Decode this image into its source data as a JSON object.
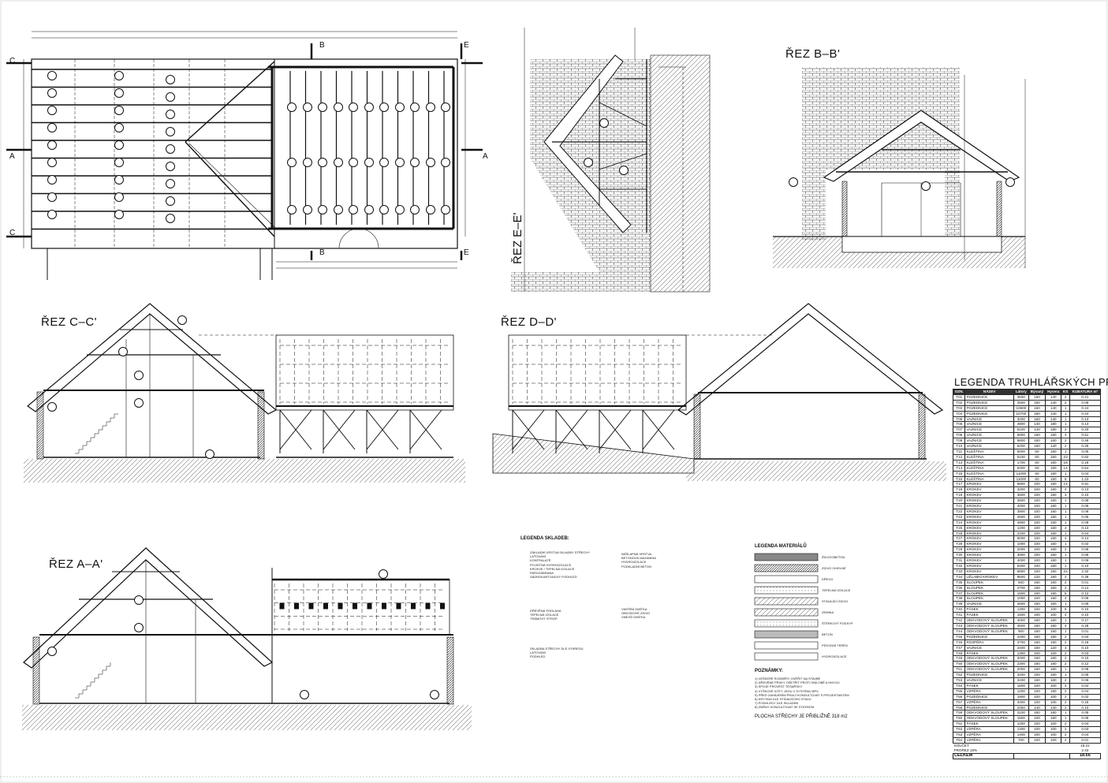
{
  "sections": {
    "bb": "ŘEZ B–B'",
    "cc": "ŘEZ C–C'",
    "dd": "ŘEZ D–D'",
    "aa": "ŘEZ A–A'",
    "ee": "ŘEZ E–E'"
  },
  "plan_marks": {
    "a_left": "A",
    "a_right": "A",
    "b_top": "B",
    "b_bottom": "B",
    "c_left": "C",
    "c_right": "C",
    "e_top": "E",
    "e_bottom": "E"
  },
  "legend_truhlar": {
    "title": "LEGENDA TRUHLÁŘSKÝCH PRVKŮ",
    "headers": [
      "OZN.",
      "NÁZEV",
      "Látory",
      "Bývaný",
      "Hyvera",
      "KS",
      "KUBATURA m³"
    ],
    "rows": [
      [
        "T01",
        "POZEDNICE",
        "3500",
        "160",
        "140",
        "2",
        "0.21"
      ],
      [
        "T02",
        "POZEDNICE",
        "2500",
        "160",
        "140",
        "2",
        "0.06"
      ],
      [
        "T03",
        "POZEDNICE",
        "10500",
        "160",
        "140",
        "1",
        "0.24"
      ],
      [
        "T04",
        "POZEDNICE",
        "10700",
        "160",
        "140",
        "1",
        "0.24"
      ],
      [
        "T05",
        "VAZNICE",
        "3200",
        "160",
        "140",
        "1",
        "0.13"
      ],
      [
        "T06",
        "VAZNICE",
        "4800",
        "140",
        "180",
        "1",
        "0.13"
      ],
      [
        "T07",
        "VAZNICE",
        "5100",
        "140",
        "180",
        "2",
        "0.20"
      ],
      [
        "T08",
        "VAZNICE",
        "5800",
        "160",
        "160",
        "3",
        "0.51"
      ],
      [
        "T09",
        "VAZNICE",
        "5800",
        "160",
        "160",
        "2",
        "0.46"
      ],
      [
        "T10",
        "VAZNICE",
        "5200",
        "160",
        "140",
        "2",
        "0.25"
      ],
      [
        "T11",
        "KLEŠTINA",
        "5000",
        "60",
        "160",
        "1",
        "0.05"
      ],
      [
        "T12",
        "KLEŠTINA",
        "5100",
        "60",
        "160",
        "23",
        "0.82"
      ],
      [
        "T13",
        "KLEŠTINA",
        "1700",
        "60",
        "160",
        "18",
        "0.18"
      ],
      [
        "T14",
        "KLEŠTINA",
        "5200",
        "60",
        "160",
        "14",
        "0.64"
      ],
      [
        "T15",
        "KLEŠTINA",
        "11000",
        "60",
        "160",
        "1",
        "0.04"
      ],
      [
        "T16",
        "KLEŠTINA",
        "11000",
        "60",
        "160",
        "6",
        "1.23"
      ],
      [
        "T17",
        "KROKEV",
        "5800",
        "100",
        "160",
        "14",
        "0.91"
      ],
      [
        "T18",
        "KROKEV",
        "3200",
        "100",
        "160",
        "4",
        "0.13"
      ],
      [
        "T19",
        "KROKEV",
        "3600",
        "100",
        "160",
        "3",
        "0.10"
      ],
      [
        "T20",
        "KROKEV",
        "3800",
        "100",
        "160",
        "1",
        "0.08"
      ],
      [
        "T21",
        "KROKEV",
        "4000",
        "100",
        "160",
        "1",
        "0.06"
      ],
      [
        "T22",
        "KROKEV",
        "3900",
        "100",
        "160",
        "1",
        "0.06"
      ],
      [
        "T23",
        "KROKEV",
        "4600",
        "100",
        "160",
        "1",
        "0.06"
      ],
      [
        "T24",
        "KROKEV",
        "4800",
        "100",
        "160",
        "1",
        "0.08"
      ],
      [
        "T25",
        "KROKEV",
        "1200",
        "100",
        "160",
        "4",
        "0.13"
      ],
      [
        "T26",
        "KROKEV",
        "2100",
        "100",
        "160",
        "1",
        "0.04"
      ],
      [
        "T27",
        "KROKEV",
        "6000",
        "100",
        "160",
        "4",
        "0.14"
      ],
      [
        "T28",
        "KROKEV",
        "1000",
        "100",
        "160",
        "1",
        "0.02"
      ],
      [
        "T29",
        "KROKEV",
        "2000",
        "100",
        "160",
        "2",
        "0.06"
      ],
      [
        "T30",
        "KROKEV",
        "3600",
        "100",
        "160",
        "1",
        "0.06"
      ],
      [
        "T31",
        "KROKEV",
        "4000",
        "100",
        "160",
        "1",
        "0.06"
      ],
      [
        "T32",
        "KROKEV",
        "6400",
        "100",
        "160",
        "1",
        "0.10"
      ],
      [
        "T33",
        "KROKEV",
        "6800",
        "100",
        "160",
        "22",
        "2.32"
      ],
      [
        "T34",
        "UŽLABNÍ KROKEV",
        "9500",
        "120",
        "160",
        "2",
        "0.36"
      ],
      [
        "T35",
        "SLOUPEK",
        "500",
        "160",
        "160",
        "2",
        "0.01"
      ],
      [
        "T36",
        "SLOUPEK",
        "2700",
        "160",
        "160",
        "2",
        "0.14"
      ],
      [
        "T37",
        "SLOUPEK",
        "1500",
        "100",
        "160",
        "5",
        "0.12"
      ],
      [
        "T38",
        "SLOUPEK",
        "1000",
        "100",
        "160",
        "4",
        "0.06"
      ],
      [
        "T39",
        "VAZNICE",
        "2600",
        "160",
        "160",
        "1",
        "0.06"
      ],
      [
        "T40",
        "PÁSEK",
        "1300",
        "100",
        "100",
        "6",
        "0.10"
      ],
      [
        "T41",
        "PÁSEK",
        "1600",
        "100",
        "100",
        "4",
        "0.10"
      ],
      [
        "T42",
        "ODKVODOVÝ SLOUPEK",
        "4000",
        "160",
        "160",
        "1",
        "0.17"
      ],
      [
        "T43",
        "ODKVODOVÝ SLOUPEK",
        "4500",
        "160",
        "160",
        "4",
        "0.28"
      ],
      [
        "T44",
        "ODKVODOVÝ SLOUPEK",
        "900",
        "160",
        "160",
        "1",
        "0.01"
      ],
      [
        "T45",
        "POZEDNICE",
        "2400",
        "160",
        "160",
        "2",
        "0.04"
      ],
      [
        "T46",
        "ROZPĚRA",
        "3700",
        "160",
        "160",
        "2",
        "0.18"
      ],
      [
        "T47",
        "VAZNICE",
        "2400",
        "160",
        "120",
        "3",
        "0.10"
      ],
      [
        "T48",
        "PÁSEK",
        "1300",
        "100",
        "100",
        "2",
        "0.03"
      ],
      [
        "T49",
        "ODKVODOVÝ SLOUPEK",
        "2000",
        "160",
        "160",
        "2",
        "0.10"
      ],
      [
        "T50",
        "ODKVODOVÝ SLOUPEK",
        "2300",
        "160",
        "160",
        "2",
        "0.12"
      ],
      [
        "T51",
        "ODKVODOVÝ SLOUPEK",
        "2000",
        "160",
        "160",
        "1",
        "0.08"
      ],
      [
        "T52",
        "POZEDNICE",
        "3200",
        "100",
        "160",
        "1",
        "0.05"
      ],
      [
        "T53",
        "VAZNICE",
        "3400",
        "160",
        "160",
        "2",
        "0.06"
      ],
      [
        "T54",
        "PÁSEK",
        "1600",
        "100",
        "100",
        "4",
        "0.04"
      ],
      [
        "T55",
        "VZPĚRA",
        "1200",
        "100",
        "160",
        "2",
        "0.04"
      ],
      [
        "T56",
        "POZEDNICE",
        "1900",
        "100",
        "100",
        "2",
        "0.02"
      ],
      [
        "T57",
        "VZPĚRA",
        "3400",
        "100",
        "100",
        "2",
        "0.15"
      ],
      [
        "T58",
        "POZEDNICE",
        "2450",
        "140",
        "140",
        "2",
        "0.10"
      ],
      [
        "T59",
        "ODKVODOVÝ SLOUPEK",
        "2100",
        "160",
        "160",
        "1",
        "0.05"
      ],
      [
        "T60",
        "ODKVODOVÝ SLOUPEK",
        "1500",
        "100",
        "160",
        "1",
        "0.06"
      ],
      [
        "T61",
        "PÁSEK",
        "1300",
        "100",
        "100",
        "2",
        "0.04"
      ],
      [
        "T62",
        "VZPĚRA",
        "1300",
        "100",
        "100",
        "2",
        "0.03"
      ],
      [
        "T63",
        "VZPĚRA",
        "1400",
        "100",
        "100",
        "2",
        "0.04"
      ],
      [
        "T64",
        "VZPĚRA",
        "700",
        "100",
        "100",
        "2",
        "0.01"
      ]
    ],
    "summary": [
      [
        "SOUČET",
        "",
        "15.22"
      ],
      [
        "PROŘEZ 15%",
        "",
        "2.43"
      ],
      [
        "CELKEM",
        "",
        "18.66"
      ]
    ]
  },
  "legend_skladeb": {
    "title": "LEGENDA SKLADEB:",
    "s01_lines": [
      "ZÁKLADNÍ VRSTVA SKLADBY STŘECHY",
      "LAŤOVÁNÍ",
      "KONTRALATĚ",
      "POJISTNÁ HYDROIZOLACE",
      "KROKVE / TEPELNÁ IZOLACE",
      "PAROZÁBRANA",
      "SÁDROKARTONOVÝ PODHLED"
    ],
    "s02_lines": [
      "DŘEVĚNÁ PODLAHA",
      "TEPELNÁ IZOLACE",
      "TRÁMOVÝ STROP"
    ],
    "s03_lines": [
      "SKLADBA STŘECHY DLE VÝKRESU",
      "LAŤOVÁNÍ",
      "PODHLED"
    ],
    "s04_lines": [
      "NÁŠLAPNÁ VRSTVA",
      "BETONOVÁ MAZANINA",
      "HYDROIZOLACE",
      "PODKLADNÍ BETON"
    ],
    "s05_lines": [
      "VNITŘNÍ OMÍTKA",
      "OBVODOVÉ ZDIVO",
      "VNĚJŠÍ OMÍTKA"
    ]
  },
  "legend_materialu": {
    "title": "LEGENDA MATERIÁLŮ",
    "items": [
      "ŽELEZOBETON",
      "ZDIVO CIHELNÉ",
      "DŘEVO",
      "TEPELNÁ IZOLACE",
      "STÁVAJÍCÍ ZDIVO",
      "ZEMINA",
      "ŠTĚRKOVÝ PODSYP",
      "BETON",
      "PŮVODNÍ TERÉN",
      "HYDROIZOLACE"
    ]
  },
  "poznamky": {
    "title": "POZNÁMKY:",
    "lines": [
      "1) VEŠKERÉ ROZMĚRY OVĚŘIT NA STAVBĚ",
      "2) DŘEVĚNÉ PRVKY OŠETŘIT PROTI HNILOBĚ A HMYZU",
      "3) SPOJE PROVÉST TESAŘSKY",
      "4) VÝŠKOVÉ KÓTY JSOU V SYSTÉMU BPV",
      "5) PŘED ZAHÁJENÍM PRACÍ KONZULTOVAT S PROJEKTANTEM",
      "6) KRYTINA DLE STÁVAJÍCÍHO STAVU",
      "7) PODHLEDY DLE SKLADEB",
      "8) ZMĚNY KONZULTOVAT SE STATIKEM"
    ],
    "area": "PLOCHA STŘECHY JE PŘIBLIŽNĚ 318 m2"
  }
}
